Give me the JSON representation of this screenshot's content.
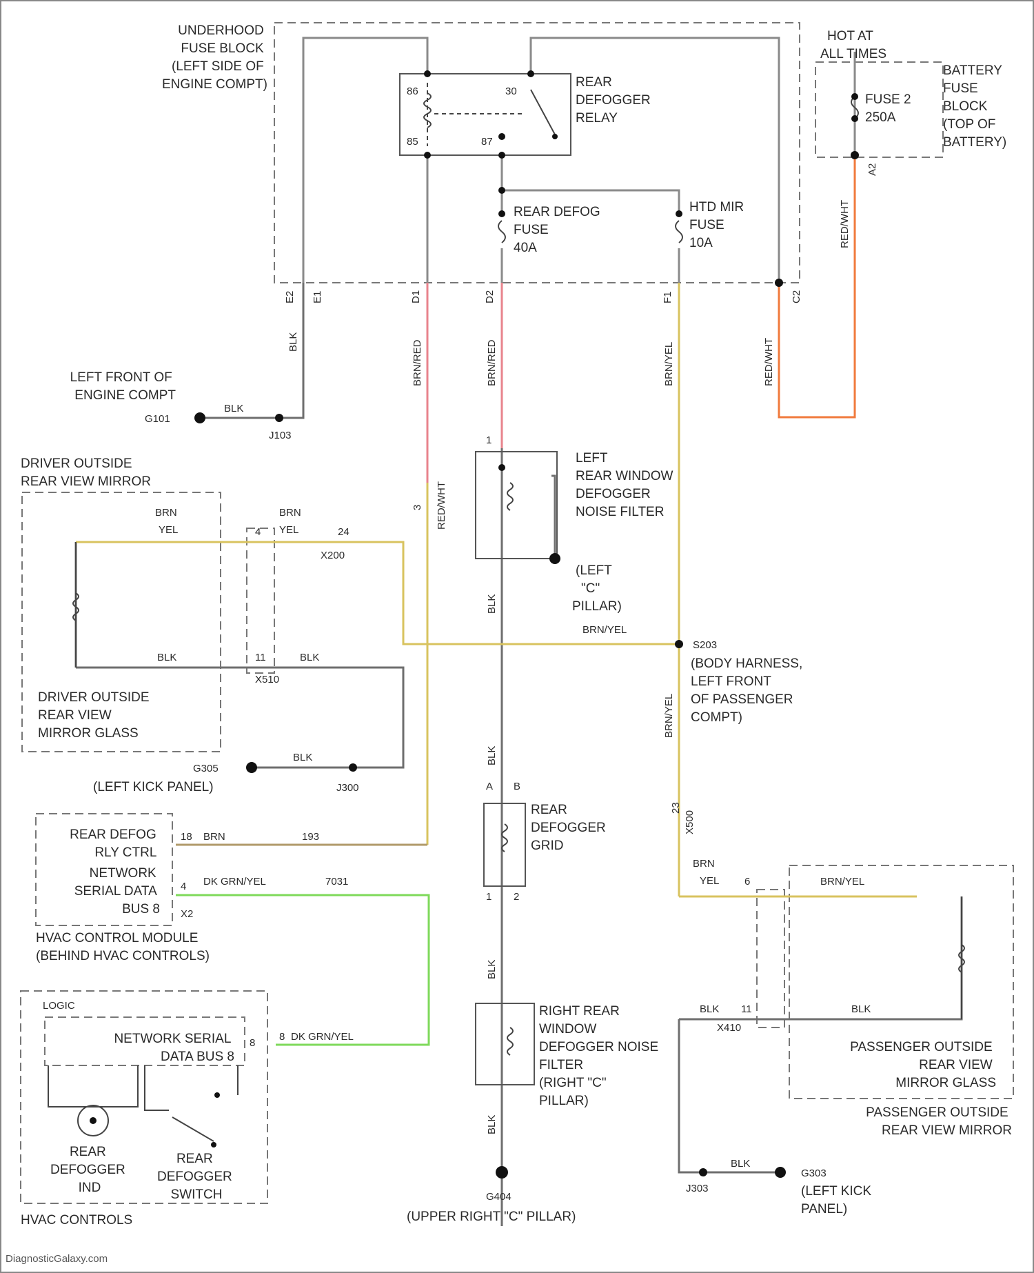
{
  "colors": {
    "wire_gray": "#8a8a8a",
    "wire_black": "#6e6e6e",
    "wire_pink": "#e8838c",
    "wire_yellow": "#d8c35f",
    "wire_orange": "#f07a3c",
    "wire_green": "#7ed95a"
  },
  "labels": {
    "underhood_fuse_block": [
      "UNDERHOOD",
      "FUSE BLOCK",
      "(LEFT SIDE OF",
      "ENGINE COMPT)"
    ],
    "rear_defogger_relay": [
      "REAR",
      "DEFOGGER",
      "RELAY"
    ],
    "relay_pins": [
      "86",
      "85",
      "30",
      "87"
    ],
    "hot_at_all_times": [
      "HOT AT",
      "ALL TIMES"
    ],
    "battery_fuse_block": [
      "BATTERY",
      "FUSE",
      "BLOCK",
      "(TOP OF",
      "BATTERY)"
    ],
    "fuse2": [
      "FUSE 2",
      "250A"
    ],
    "rear_defog_fuse": [
      "REAR DEFOG",
      "FUSE",
      "40A"
    ],
    "htd_mir_fuse": [
      "HTD MIR",
      "FUSE",
      "10A"
    ],
    "left_front_engine": [
      "LEFT FRONT OF",
      "ENGINE COMPT"
    ],
    "g101": "G101",
    "j103": "J103",
    "blk": "BLK",
    "brn": "BRN",
    "yel": "YEL",
    "brn_yel": "BRN/YEL",
    "red_wht": "RED/WHT",
    "brn_red": "BRN/RED",
    "dk_grn_yel": "DK GRN/YEL",
    "driver_mirror": [
      "DRIVER OUTSIDE",
      "REAR VIEW MIRROR"
    ],
    "driver_glass": [
      "DRIVER OUTSIDE",
      "REAR VIEW",
      "MIRROR GLASS"
    ],
    "left_noise_filter": [
      "LEFT",
      "REAR WINDOW",
      "DEFOGGER",
      "NOISE FILTER"
    ],
    "left_c_pillar": [
      "(LEFT",
      "\"C\"",
      "PILLAR)"
    ],
    "s203": "S203",
    "body_harness": [
      "(BODY HARNESS,",
      "LEFT FRONT",
      "OF PASSENGER",
      "COMPT)"
    ],
    "g305": "G305",
    "j300": "J300",
    "left_kick": "(LEFT KICK PANEL)",
    "left_kick2": [
      "(LEFT KICK",
      "PANEL)"
    ],
    "rear_defogger_grid": [
      "REAR",
      "DEFOGGER",
      "GRID"
    ],
    "hvac_module_pins": [
      "REAR DEFOG",
      "RLY CTRL",
      "NETWORK",
      "SERIAL DATA",
      "BUS 8"
    ],
    "hvac_module": [
      "HVAC CONTROL MODULE",
      "(BEHIND HVAC CONTROLS)"
    ],
    "circuit_193": "193",
    "circuit_7031": "7031",
    "x2": "X2",
    "logic": "LOGIC",
    "network_bus": [
      "NETWORK SERIAL",
      "DATA BUS 8"
    ],
    "rear_defogger_ind": [
      "REAR",
      "DEFOGGER",
      "IND"
    ],
    "rear_defogger_switch": [
      "REAR",
      "DEFOGGER",
      "SWITCH"
    ],
    "hvac_controls": "HVAC CONTROLS",
    "right_noise_filter": [
      "RIGHT REAR",
      "WINDOW",
      "DEFOGGER NOISE",
      "FILTER",
      "(RIGHT \"C\"",
      "PILLAR)"
    ],
    "g404": "G404",
    "upper_right_c": "(UPPER RIGHT \"C\" PILLAR)",
    "passenger_glass": [
      "PASSENGER OUTSIDE",
      "REAR VIEW",
      "MIRROR GLASS"
    ],
    "passenger_mirror": [
      "PASSENGER OUTSIDE",
      "REAR VIEW MIRROR"
    ],
    "x200": "X200",
    "x500": "X500",
    "x510": "X510",
    "x410": "X410",
    "j303": "J303",
    "g303": "G303",
    "pins": {
      "e2": "E2",
      "e1": "E1",
      "d1": "D1",
      "f1": "F1",
      "c2": "C2",
      "d2": "D2",
      "a2": "A2",
      "p24": "24",
      "p4": "4",
      "p11": "11",
      "p18": "18",
      "p3": "3",
      "p1": "1",
      "p2": "2",
      "pa": "A",
      "pb": "B",
      "p23": "23",
      "p6": "6",
      "p8": "8"
    },
    "watermark": "DiagnosticGalaxy.com"
  }
}
